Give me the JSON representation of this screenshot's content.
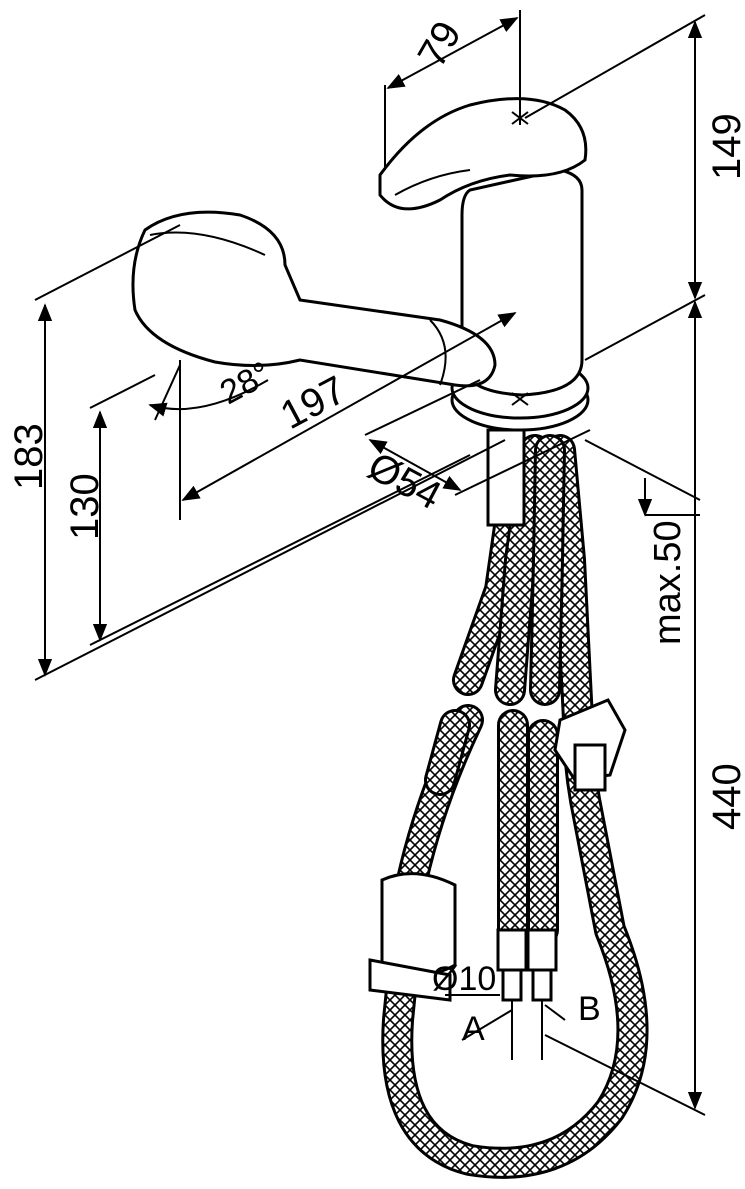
{
  "dimensions": {
    "width_79": "79",
    "height_149": "149",
    "height_183": "183",
    "height_130": "130",
    "angle_28": "28°",
    "reach_197": "197",
    "diameter_54": "Ø54",
    "max_50": "max.50",
    "hose_440": "440",
    "diameter_10": "Ø10",
    "label_a": "A",
    "label_b": "B"
  },
  "colors": {
    "line": "#000000",
    "background": "#ffffff"
  }
}
